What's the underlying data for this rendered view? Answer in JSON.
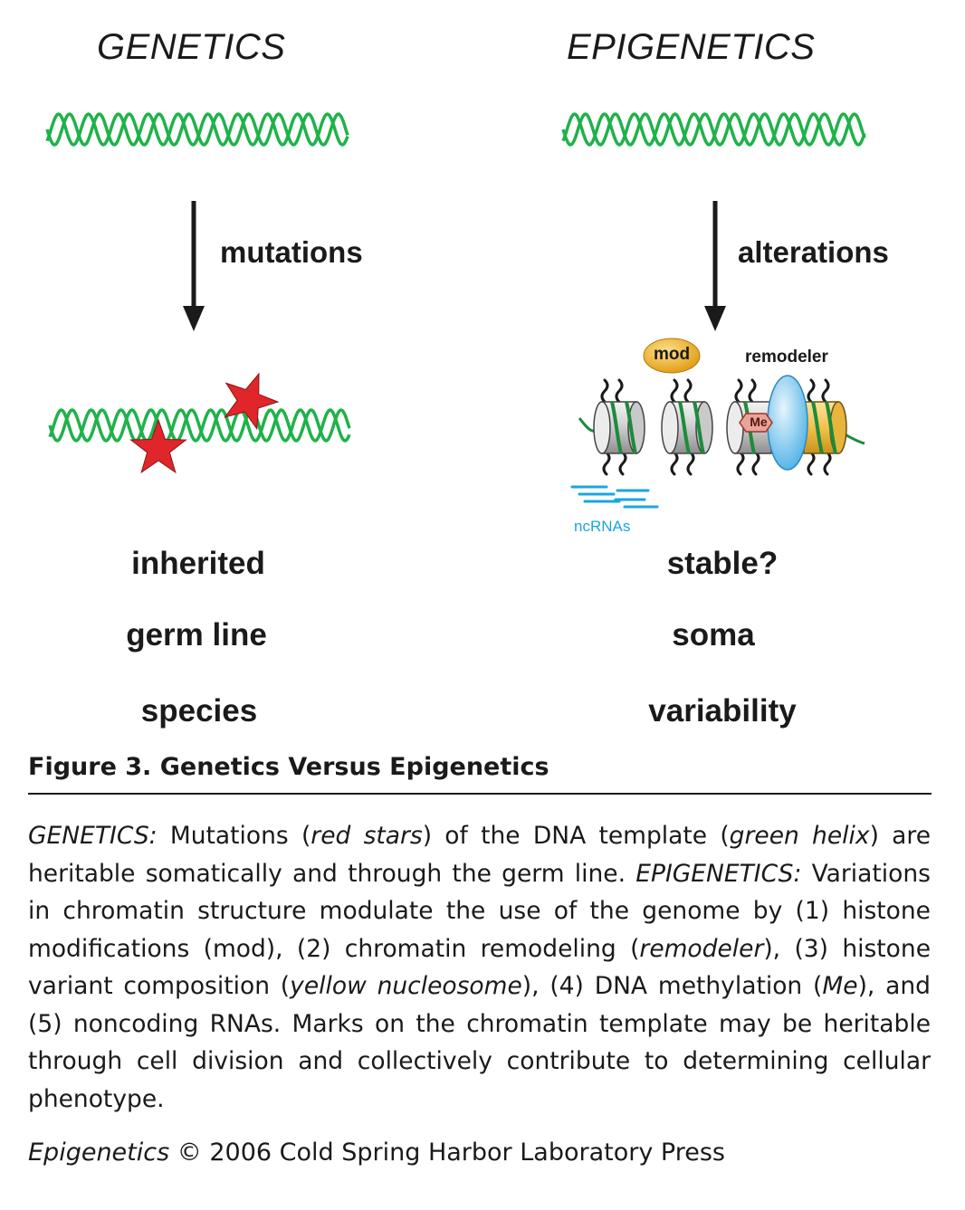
{
  "genetics": {
    "heading": "GENETICS",
    "arrow_label": "mutations",
    "traits": [
      "inherited",
      "germ line",
      "species"
    ]
  },
  "epigenetics": {
    "heading": "EPIGENETICS",
    "arrow_label": "alterations",
    "mod_label": "mod",
    "remodeler_label": "remodeler",
    "me_label": "Me",
    "ncrna_label": "ncRNAs",
    "traits": [
      "stable?",
      "soma",
      "variability"
    ]
  },
  "figure": {
    "title": "Figure 3. Genetics Versus Epigenetics",
    "caption": {
      "s1_label": "GENETICS:",
      "s1_a": " Mutations (",
      "s1_b": "red stars",
      "s1_c": ") of the DNA template (",
      "s1_d": "green helix",
      "s1_e": ") are heritable somatically and through the germ line. ",
      "s2_label": "EPIGENETICS:",
      "s2_a": " Variations in chromatin structure modulate the use of the genome by (1) histone modifications (mod), (2) chromatin remodeling (",
      "s2_b": "remodeler",
      "s2_c": "), (3) histone variant composition (",
      "s2_d": "yellow nucleosome",
      "s2_e": "), (4) DNA methylation (",
      "s2_f": "Me",
      "s2_g": "), and (5) noncoding RNAs. Marks on the chromatin template may be heritable through cell division and collectively contribute to determining cellular phenotype."
    },
    "credit_book": "Epigenetics",
    "credit_rest": " © 2006 Cold Spring Harbor Laboratory Press"
  },
  "colors": {
    "helix": "#1fb24a",
    "star": "#e0262b",
    "ncrna": "#1aa6e0",
    "mod": "#f2b21b",
    "remodeler": "#7cc6ee",
    "yellow_nucleosome": "#f2c24b",
    "me_badge": "#e8a49a"
  }
}
